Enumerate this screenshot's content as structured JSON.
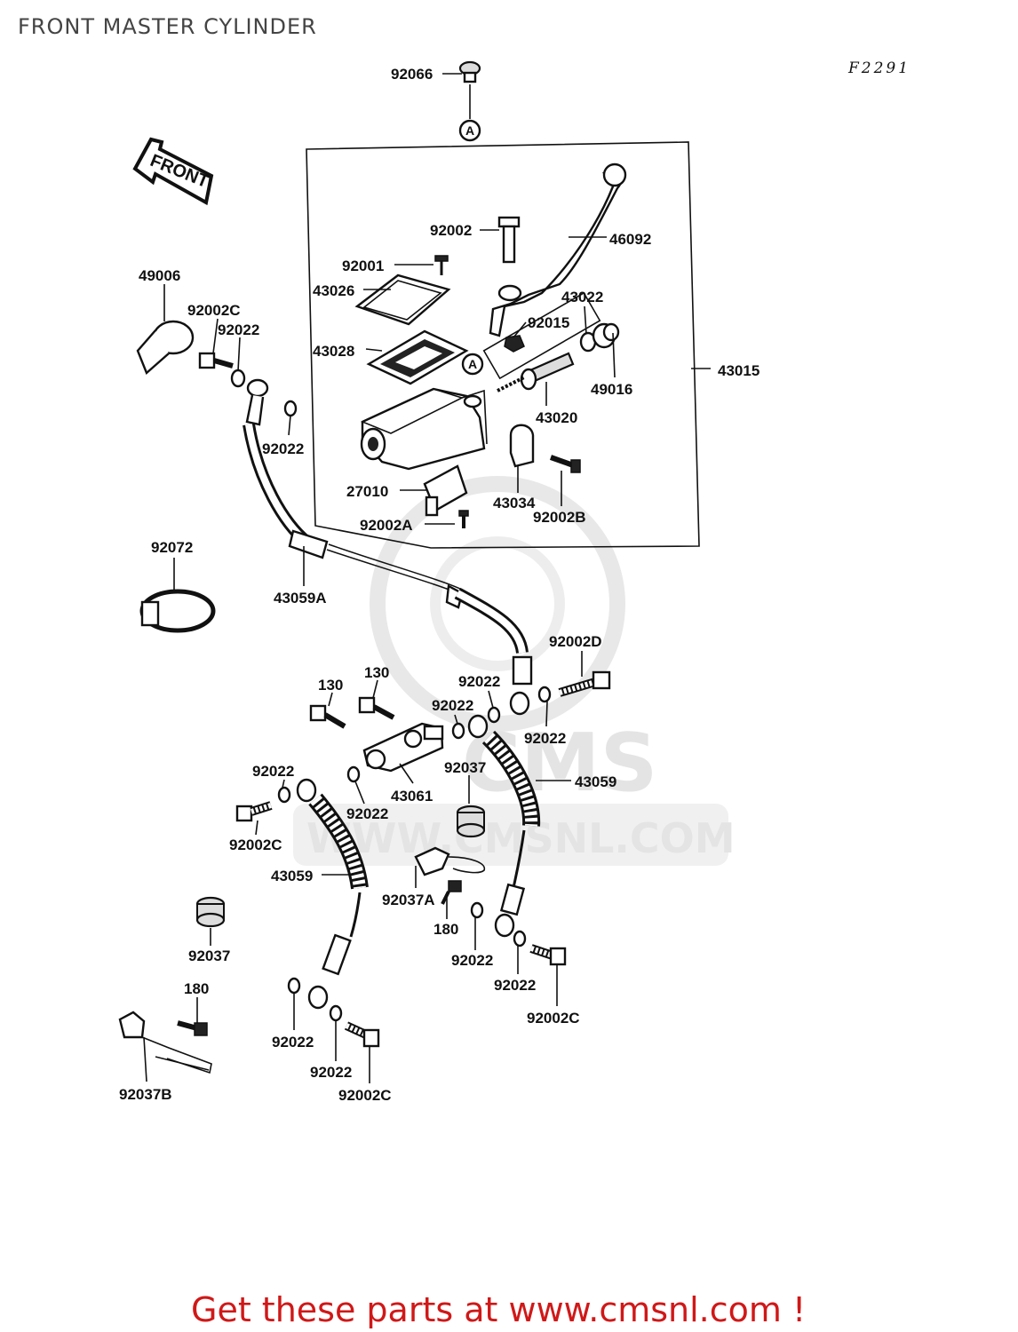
{
  "title": "FRONT MASTER CYLINDER",
  "figure_code": "F2291",
  "front_marker": "FRONT",
  "ref_marker": "A",
  "watermark": {
    "brand": "CMS",
    "url": "WWW.CMSNL.COM"
  },
  "call_to_action": "Get these parts at www.cmsnl.com !",
  "parts": [
    {
      "id": "92066",
      "label": "92066"
    },
    {
      "id": "92002",
      "label": "92002"
    },
    {
      "id": "46092",
      "label": "46092"
    },
    {
      "id": "92001",
      "label": "92001"
    },
    {
      "id": "43026",
      "label": "43026"
    },
    {
      "id": "43022",
      "label": "43022"
    },
    {
      "id": "49006",
      "label": "49006"
    },
    {
      "id": "92002C_a",
      "label": "92002C"
    },
    {
      "id": "92022_a",
      "label": "92022"
    },
    {
      "id": "92015",
      "label": "92015"
    },
    {
      "id": "43028",
      "label": "43028"
    },
    {
      "id": "43015",
      "label": "43015"
    },
    {
      "id": "49016",
      "label": "49016"
    },
    {
      "id": "43020",
      "label": "43020"
    },
    {
      "id": "92022_b",
      "label": "92022"
    },
    {
      "id": "27010",
      "label": "27010"
    },
    {
      "id": "43034",
      "label": "43034"
    },
    {
      "id": "92002A",
      "label": "92002A"
    },
    {
      "id": "92002B",
      "label": "92002B"
    },
    {
      "id": "92072",
      "label": "92072"
    },
    {
      "id": "43059A",
      "label": "43059A"
    },
    {
      "id": "92002D",
      "label": "92002D"
    },
    {
      "id": "130_a",
      "label": "130"
    },
    {
      "id": "130_b",
      "label": "130"
    },
    {
      "id": "92022_c",
      "label": "92022"
    },
    {
      "id": "92022_d",
      "label": "92022"
    },
    {
      "id": "92022_e",
      "label": "92022"
    },
    {
      "id": "92022_f",
      "label": "92022"
    },
    {
      "id": "92037_a",
      "label": "92037"
    },
    {
      "id": "43059_a",
      "label": "43059"
    },
    {
      "id": "43061",
      "label": "43061"
    },
    {
      "id": "92022_g",
      "label": "92022"
    },
    {
      "id": "92002C_b",
      "label": "92002C"
    },
    {
      "id": "43059_b",
      "label": "43059"
    },
    {
      "id": "92037A",
      "label": "92037A"
    },
    {
      "id": "180_a",
      "label": "180"
    },
    {
      "id": "92037_b",
      "label": "92037"
    },
    {
      "id": "92022_h",
      "label": "92022"
    },
    {
      "id": "92022_i",
      "label": "92022"
    },
    {
      "id": "92002C_c",
      "label": "92002C"
    },
    {
      "id": "180_b",
      "label": "180"
    },
    {
      "id": "92022_j",
      "label": "92022"
    },
    {
      "id": "92022_k",
      "label": "92022"
    },
    {
      "id": "92002C_d",
      "label": "92002C"
    },
    {
      "id": "92037B",
      "label": "92037B"
    }
  ]
}
